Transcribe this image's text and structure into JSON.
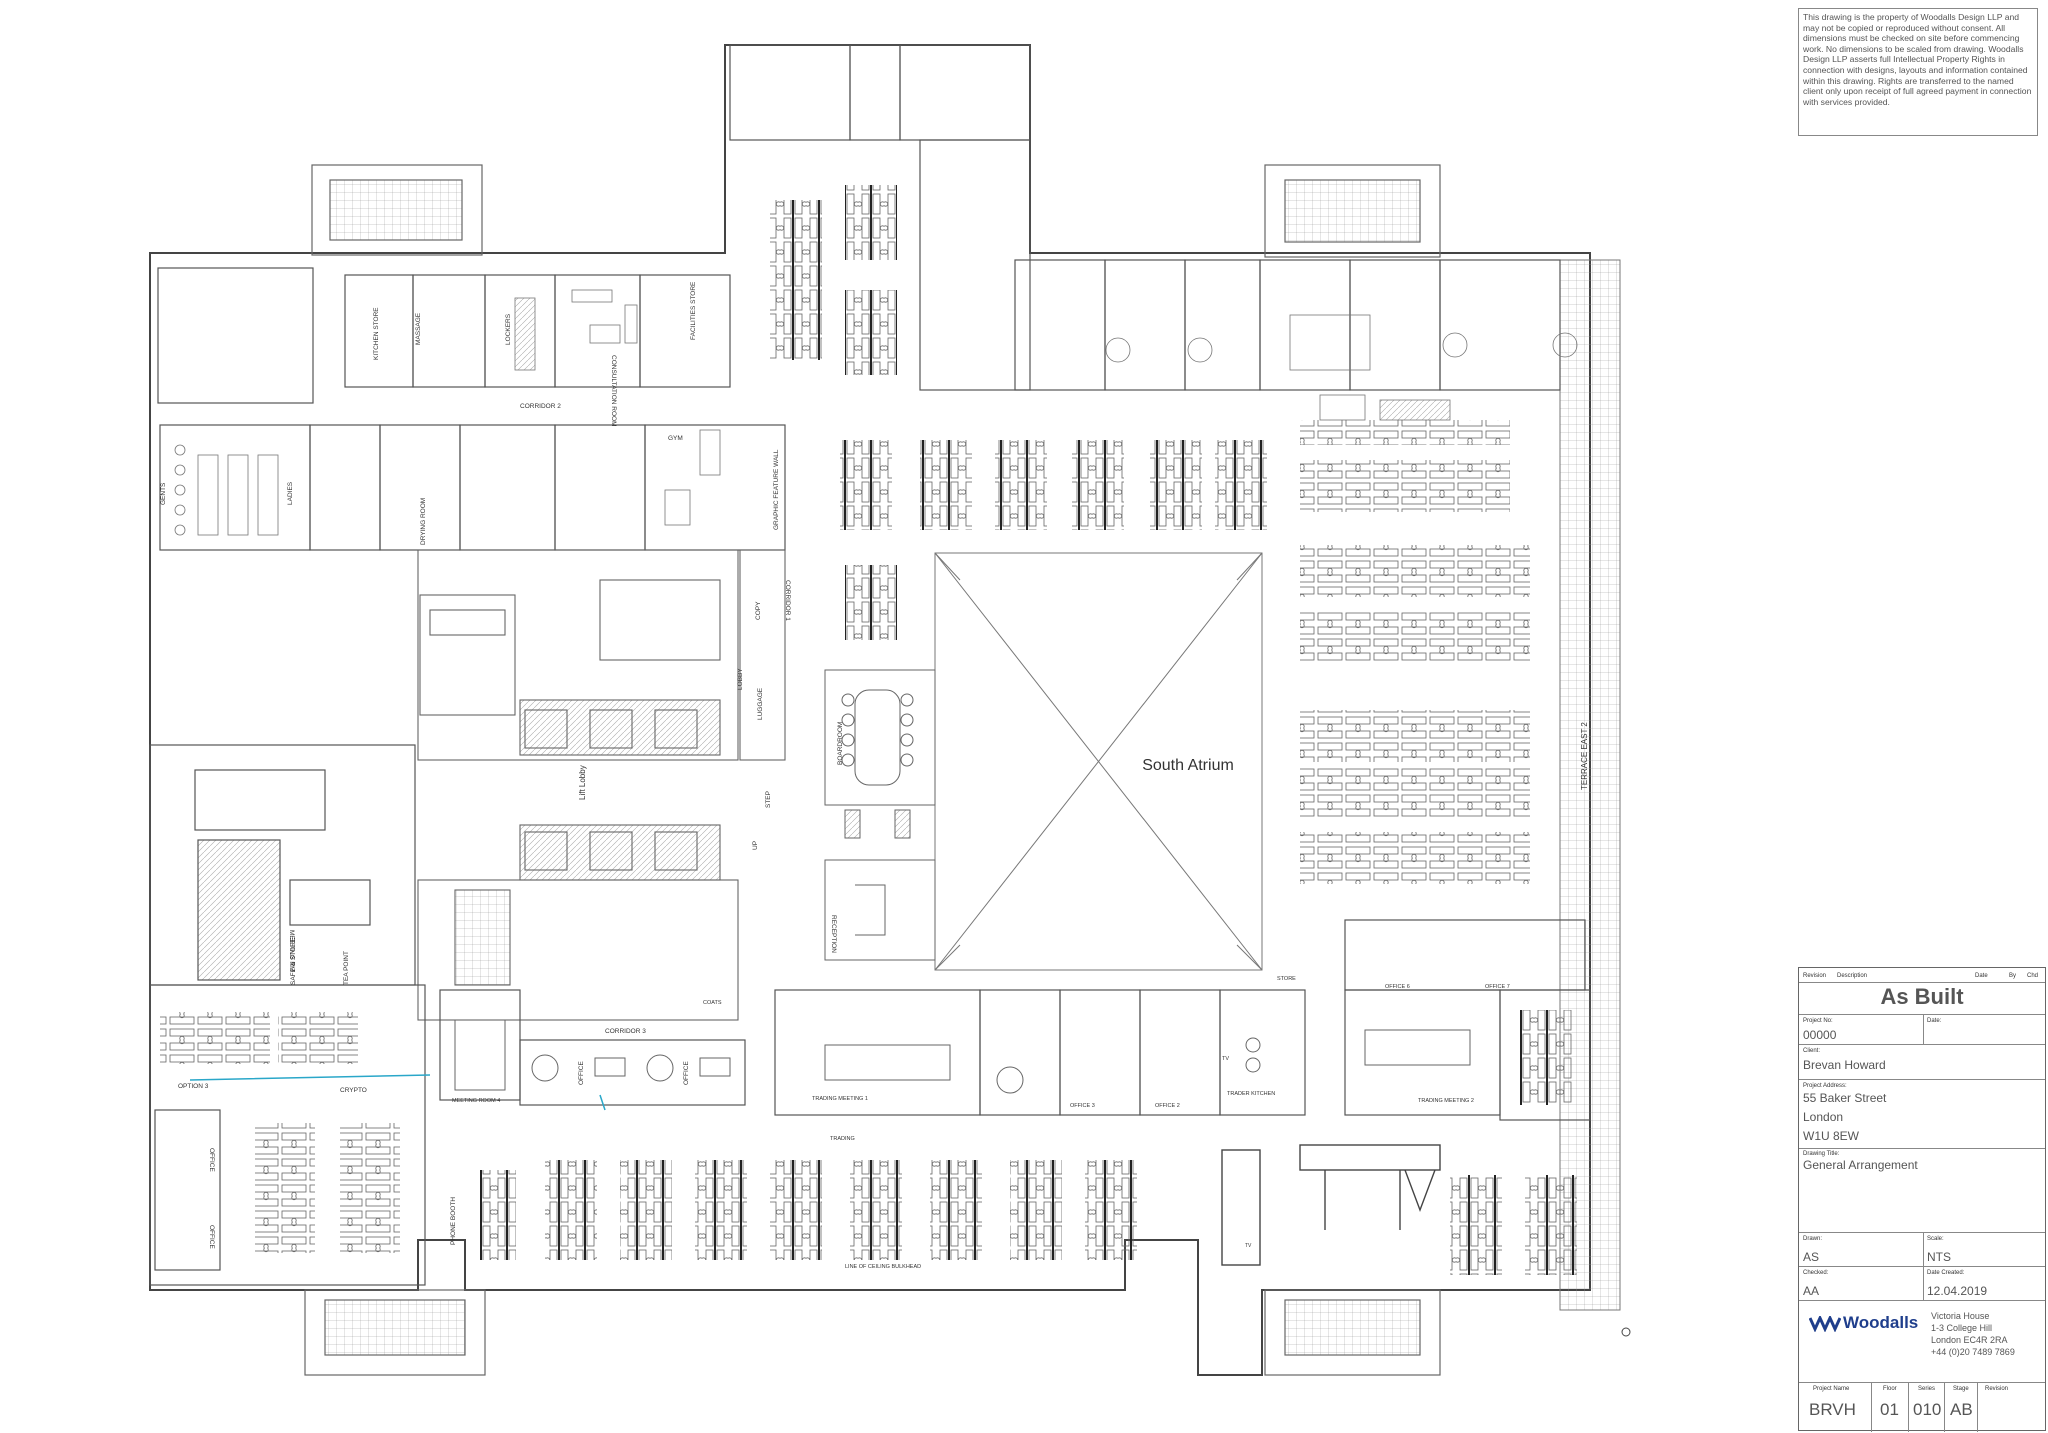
{
  "notes": {
    "copyright": "This drawing is the property of Woodalls Design LLP and may not be copied or reproduced without consent. All dimensions must be checked on site before commencing work. No dimensions to be scaled from drawing. Woodalls Design LLP asserts full Intellectual Property Rights in connection with designs, layouts and information contained within this drawing. Rights are transferred to the named client only upon receipt of full agreed payment in connection with services provided."
  },
  "rooms": {
    "south_atrium": "South Atrium",
    "corridor1": "CORRIDOR 1",
    "corridor2": "CORRIDOR 2",
    "corridor3": "CORRIDOR 3",
    "gents": "GENTS",
    "ladies": "LADIES",
    "kitchen_store": "KITCHEN STORE",
    "massage": "MASSAGE",
    "lockers": "LOCKERS",
    "consultation_room": "CONSULTATION ROOM",
    "facilities_store": "FACILITIES STORE",
    "gym": "GYM",
    "graphic_feature_wall": "GRAPHIC FEATURE WALL",
    "drying_room": "DRYING ROOM",
    "boardroom": "BOARDROOM",
    "reception": "RECEPTION",
    "lift_lobby": "Lift Lobby",
    "luggage": "LUGGAGE",
    "copy": "COPY",
    "lobby": "LOBBY",
    "meeting_rm": "MEETING RM",
    "safe_store": "SAFE & STORE",
    "tea_point": "TEA POINT",
    "option3": "OPTION 3",
    "crypto": "CRYPTO",
    "office": "OFFICE",
    "phone_booth": "PHONE BOOTH",
    "meeting_room4": "MEETING ROOM 4",
    "trading_meeting1": "TRADING MEETING 1",
    "trading_meeting2": "TRADING MEETING 2",
    "trading": "TRADING",
    "trader_kitchen": "TRADER KITCHEN",
    "store": "STORE",
    "terrace_east2": "TERRACE EAST 2",
    "coats": "COATS",
    "line_of_ceiling_bulkhead": "LINE OF CEILING BULKHEAD",
    "office3": "OFFICE 3",
    "office2": "OFFICE 2",
    "office6": "OFFICE 6",
    "office7": "OFFICE 7",
    "step": "STEP",
    "up": "UP",
    "tv": "TV"
  },
  "title_block": {
    "col_revision": "Revision",
    "col_description": "Description",
    "col_date": "Date",
    "col_by": "By",
    "col_chd": "Chd",
    "status": "As Built",
    "project_no_label": "Project No:",
    "project_no": "00000",
    "date_label": "Date:",
    "client_label": "Client:",
    "client": "Brevan Howard",
    "address_label": "Project Address:",
    "address_line1": "55 Baker Street",
    "address_line2": "London",
    "address_line3": "W1U 8EW",
    "drawing_title_label": "Drawing Title:",
    "drawing_title": "General Arrangement",
    "drawn_label": "Drawn:",
    "drawn": "AS",
    "scale_label": "Scale:",
    "scale": "NTS",
    "checked_label": "Checked:",
    "checked": "AA",
    "date_created_label": "Date Created:",
    "date_created": "12.04.2019",
    "company": "Woodalls",
    "company_address1": "Victoria House",
    "company_address2": "1-3 College Hill",
    "company_address3": "London EC4R 2RA",
    "company_phone": "+44 (0)20 7489 7869",
    "project_name_label": "Project Name",
    "floor_label": "Floor",
    "series_label": "Series",
    "stage_label": "Stage",
    "revision_label": "Revision",
    "project_name": "BRVH",
    "floor": "01",
    "series": "010",
    "stage": "AB"
  },
  "colors": {
    "line": "#555555",
    "accent": "#1f3e8c",
    "cyan": "#2aa7c9"
  }
}
